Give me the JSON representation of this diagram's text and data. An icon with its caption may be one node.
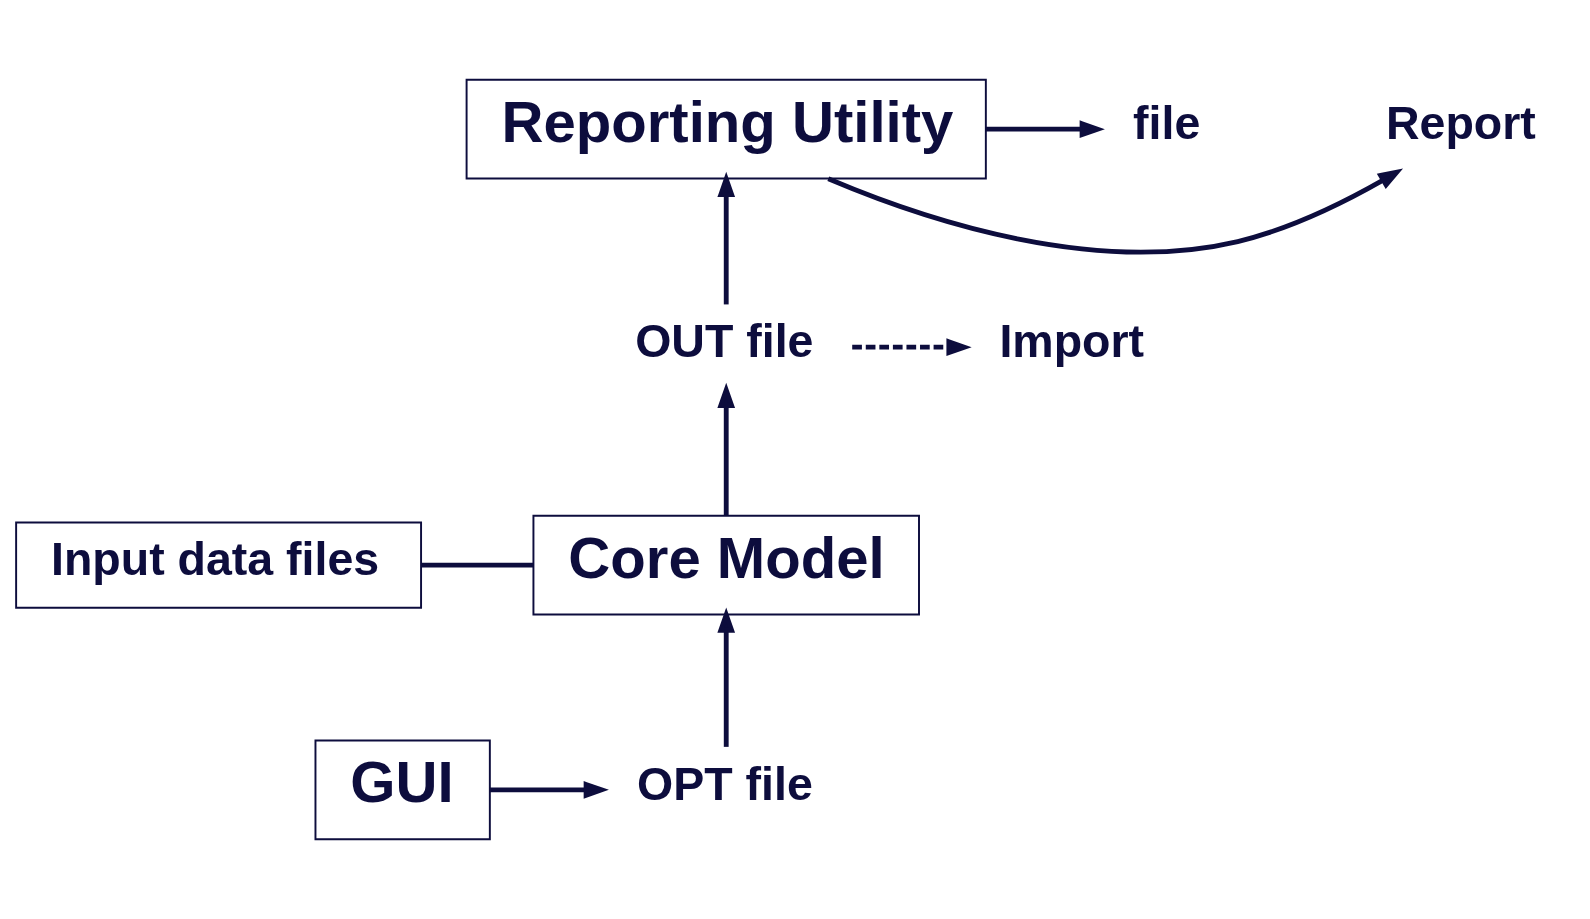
{
  "diagram": {
    "nodes": [
      {
        "text": [
          "Reporting Utility"
        ]
      },
      {
        "text": [
          "Report"
        ]
      },
      {
        "text": [
          "file"
        ]
      },
      {
        "text": [
          "OUT file"
        ]
      },
      {
        "text": [
          "Import"
        ]
      },
      {
        "text": [
          "Input data files"
        ]
      },
      {
        "text": [
          "Core Model"
        ]
      },
      {
        "text": [
          "GUI"
        ]
      },
      {
        "text": [
          "OPT file"
        ]
      }
    ],
    "edges": [
      {
        "from": 0,
        "to": 1,
        "arrow": "to"
      },
      {
        "from": 0,
        "to": 2,
        "arrow": "to"
      },
      {
        "from": 3,
        "to": 0,
        "arrow": "to"
      },
      {
        "from": 3,
        "to": 4,
        "arrow": "to",
        "style": "dashed"
      },
      {
        "from": 6,
        "to": 3,
        "arrow": "to"
      },
      {
        "from": 5,
        "to": 6,
        "arrow": "none"
      },
      {
        "from": 8,
        "to": 6,
        "arrow": "to"
      },
      {
        "from": 7,
        "to": 8,
        "arrow": "to"
      }
    ]
  }
}
